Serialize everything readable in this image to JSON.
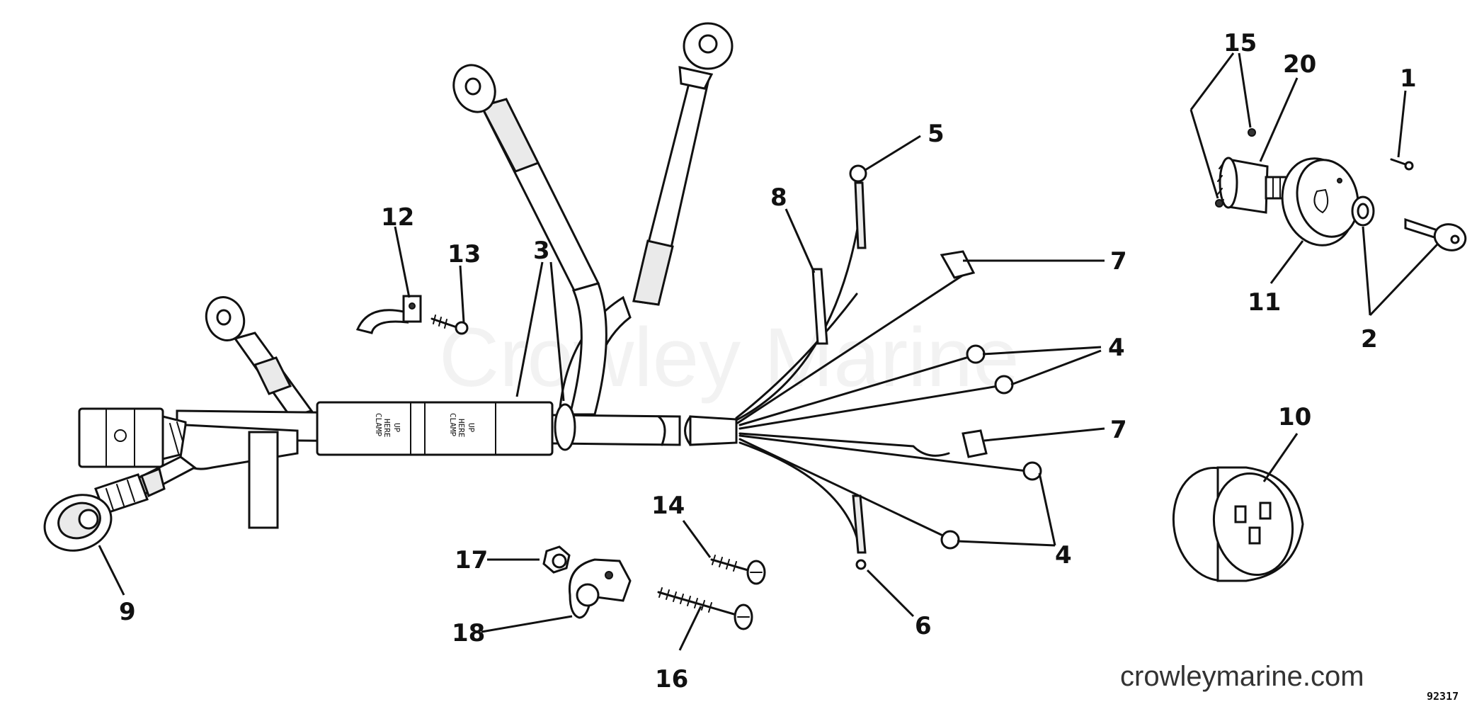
{
  "diagram": {
    "callouts": [
      "1",
      "2",
      "3",
      "4",
      "4",
      "5",
      "6",
      "7",
      "7",
      "8",
      "9",
      "10",
      "11",
      "12",
      "13",
      "14",
      "15",
      "16",
      "17",
      "18",
      "20"
    ],
    "clamp_label_lines": [
      "CLAMP",
      "HERE",
      "UP"
    ],
    "watermark": "Crowley Marine",
    "website": "crowleymarine.com",
    "reference_number": "92317"
  }
}
